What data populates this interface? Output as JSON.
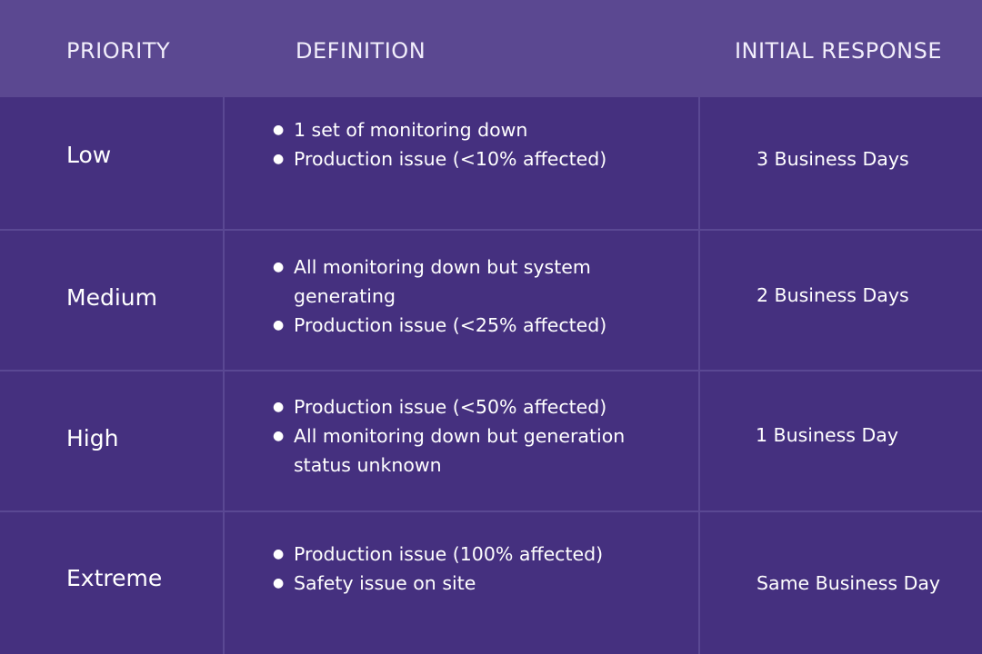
{
  "header": {
    "priority": "PRIORITY",
    "definition": "DEFINITION",
    "response": "INITIAL RESPONSE"
  },
  "rows": [
    {
      "priority": "Low",
      "definitions": [
        "1 set of monitoring down",
        "Production issue (<10% affected)"
      ],
      "response": "3 Business Days"
    },
    {
      "priority": "Medium",
      "definitions": [
        "All monitoring down but system generating",
        "Production issue (<25% affected)"
      ],
      "response": "2 Business Days"
    },
    {
      "priority": "High",
      "definitions": [
        "Production issue (<50% affected)",
        "All monitoring down but generation status unknown"
      ],
      "response": "1 Business Day"
    },
    {
      "priority": "Extreme",
      "definitions": [
        "Production issue (100% affected)",
        "Safety issue on site"
      ],
      "response": "Same Business Day"
    }
  ],
  "colors": {
    "header_bg": "#5b4891",
    "body_bg": "#45307f",
    "grid_line": "#5a4893",
    "text": "#ffffff"
  }
}
